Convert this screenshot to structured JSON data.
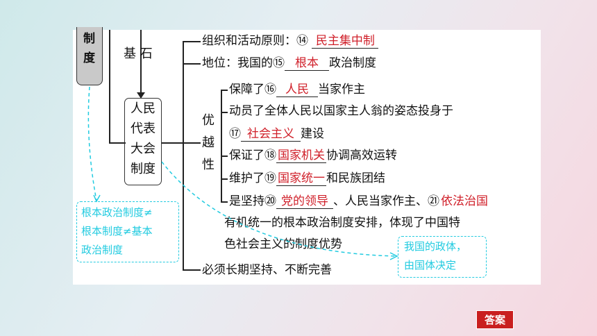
{
  "left_box": {
    "chars": [
      "制",
      "度"
    ]
  },
  "foundation_label": "基 石",
  "center_box": {
    "lines": [
      "人民",
      "代表",
      "大会",
      "制度"
    ]
  },
  "superiority_label": [
    "优",
    "越",
    "性"
  ],
  "rows": {
    "principle": {
      "prefix": "组织和活动原则：",
      "num": "⑭",
      "answer": "民主集中制"
    },
    "status": {
      "prefix": "地位：我国的",
      "num": "⑮",
      "answer": "根本",
      "suffix": "政治制度"
    },
    "s1": {
      "prefix": "保障了",
      "num": "⑯",
      "answer": "人民",
      "suffix": "当家作主"
    },
    "s2": {
      "line1": "动员了全体人民以国家主人翁的姿态投身于",
      "num": "⑰",
      "answer": "社会主义",
      "suffix": "建设"
    },
    "s3": {
      "prefix": "保证了",
      "num": "⑱",
      "answer": "国家机关",
      "suffix": "协调高效运转"
    },
    "s4": {
      "prefix": "维护了",
      "num": "⑲",
      "answer": "国家统一",
      "suffix": "和民族团结"
    },
    "s5": {
      "prefix": "是坚持",
      "num": "⑳",
      "answer": "党的领导",
      "mid": "、人民当家作主、",
      "num2": "㉑",
      "answer2": "依法治国",
      "line2": "有机统一的根本政治制度安排，体现了中国特",
      "line3": "色社会主义的制度优势"
    },
    "last": {
      "text": "必须长期坚持、不断完善"
    }
  },
  "notes": {
    "left": [
      "根本政治制度≠",
      "根本制度≠基本",
      "政治制度"
    ],
    "right": [
      "我国的政体，",
      "由国体决定"
    ]
  },
  "answer_button": "答案"
}
